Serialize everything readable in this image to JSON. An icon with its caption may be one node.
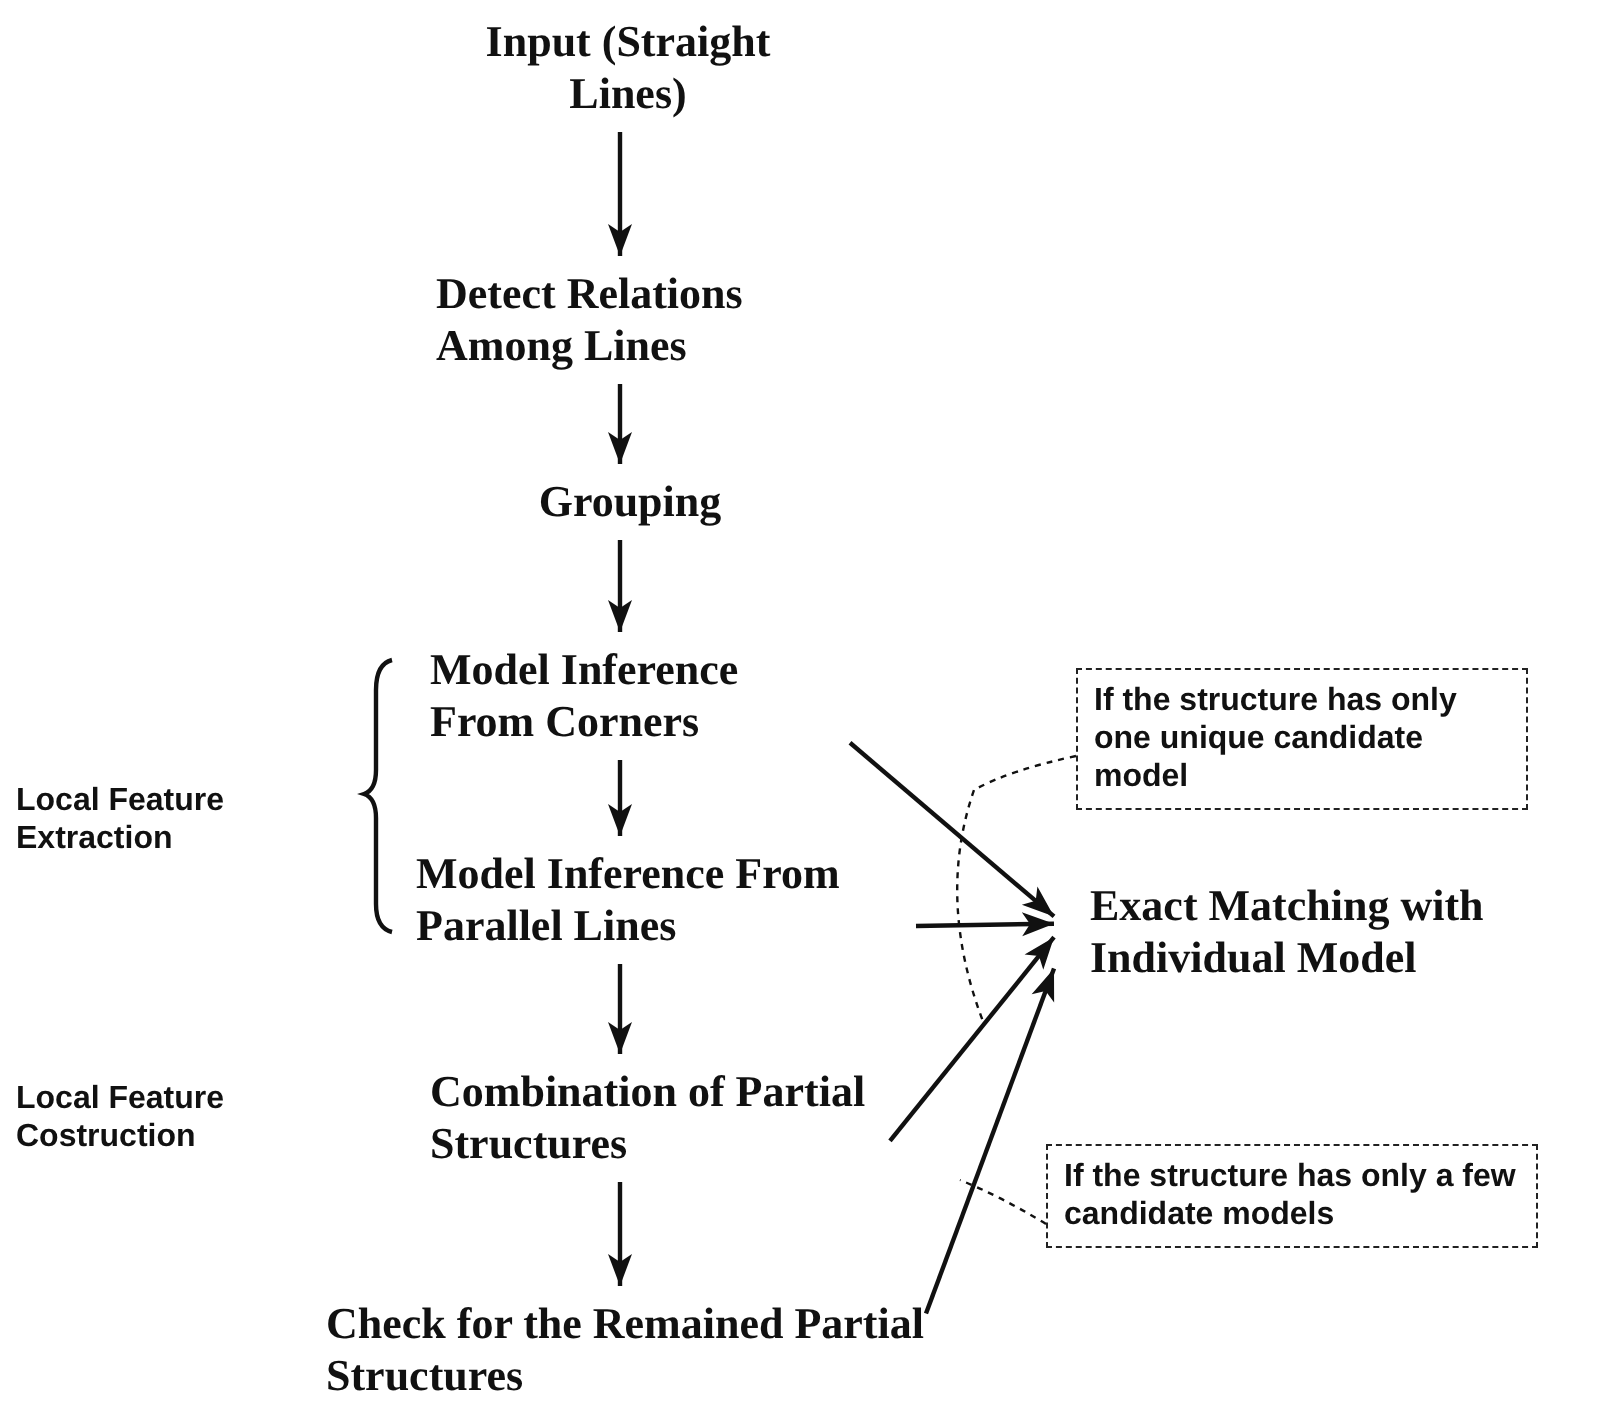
{
  "diagram": {
    "nodes": [
      {
        "text": [
          "Input (Straight Lines)"
        ]
      },
      {
        "text": [
          "Detect Relations Among Lines"
        ]
      },
      {
        "text": [
          "Grouping"
        ]
      },
      {
        "text": [
          "Model Inference From Corners"
        ]
      },
      {
        "text": [
          "Model Inference From Parallel Lines"
        ]
      },
      {
        "text": [
          "Combination of Partial Structures"
        ]
      },
      {
        "text": [
          "Check for the Remained Partial Structures"
        ]
      },
      {
        "text": [
          "Exact Matching with Individual Model"
        ]
      },
      {
        "text": [
          "If the structure has only one unique candidate model"
        ]
      },
      {
        "text": [
          "If the structure has only a few candidate models"
        ]
      }
    ],
    "edges": [
      {
        "from": 0,
        "to": 1,
        "arrow": "to"
      },
      {
        "from": 1,
        "to": 2,
        "arrow": "to"
      },
      {
        "from": 2,
        "to": 3,
        "arrow": "to"
      },
      {
        "from": 3,
        "to": 4,
        "arrow": "to"
      },
      {
        "from": 4,
        "to": 5,
        "arrow": "to"
      },
      {
        "from": 5,
        "to": 6,
        "arrow": "to"
      },
      {
        "from": 3,
        "to": 7,
        "arrow": "to"
      },
      {
        "from": 4,
        "to": 7,
        "arrow": "to"
      },
      {
        "from": 5,
        "to": 7,
        "arrow": "to"
      },
      {
        "from": 6,
        "to": 7,
        "arrow": "to"
      },
      {
        "from": 8,
        "to": null,
        "arrow": "none",
        "style": "dashed"
      },
      {
        "from": 9,
        "to": null,
        "arrow": "none",
        "style": "dashed"
      }
    ],
    "labels": [
      "Local Feature Extraction",
      "Local Feature Costruction"
    ]
  }
}
